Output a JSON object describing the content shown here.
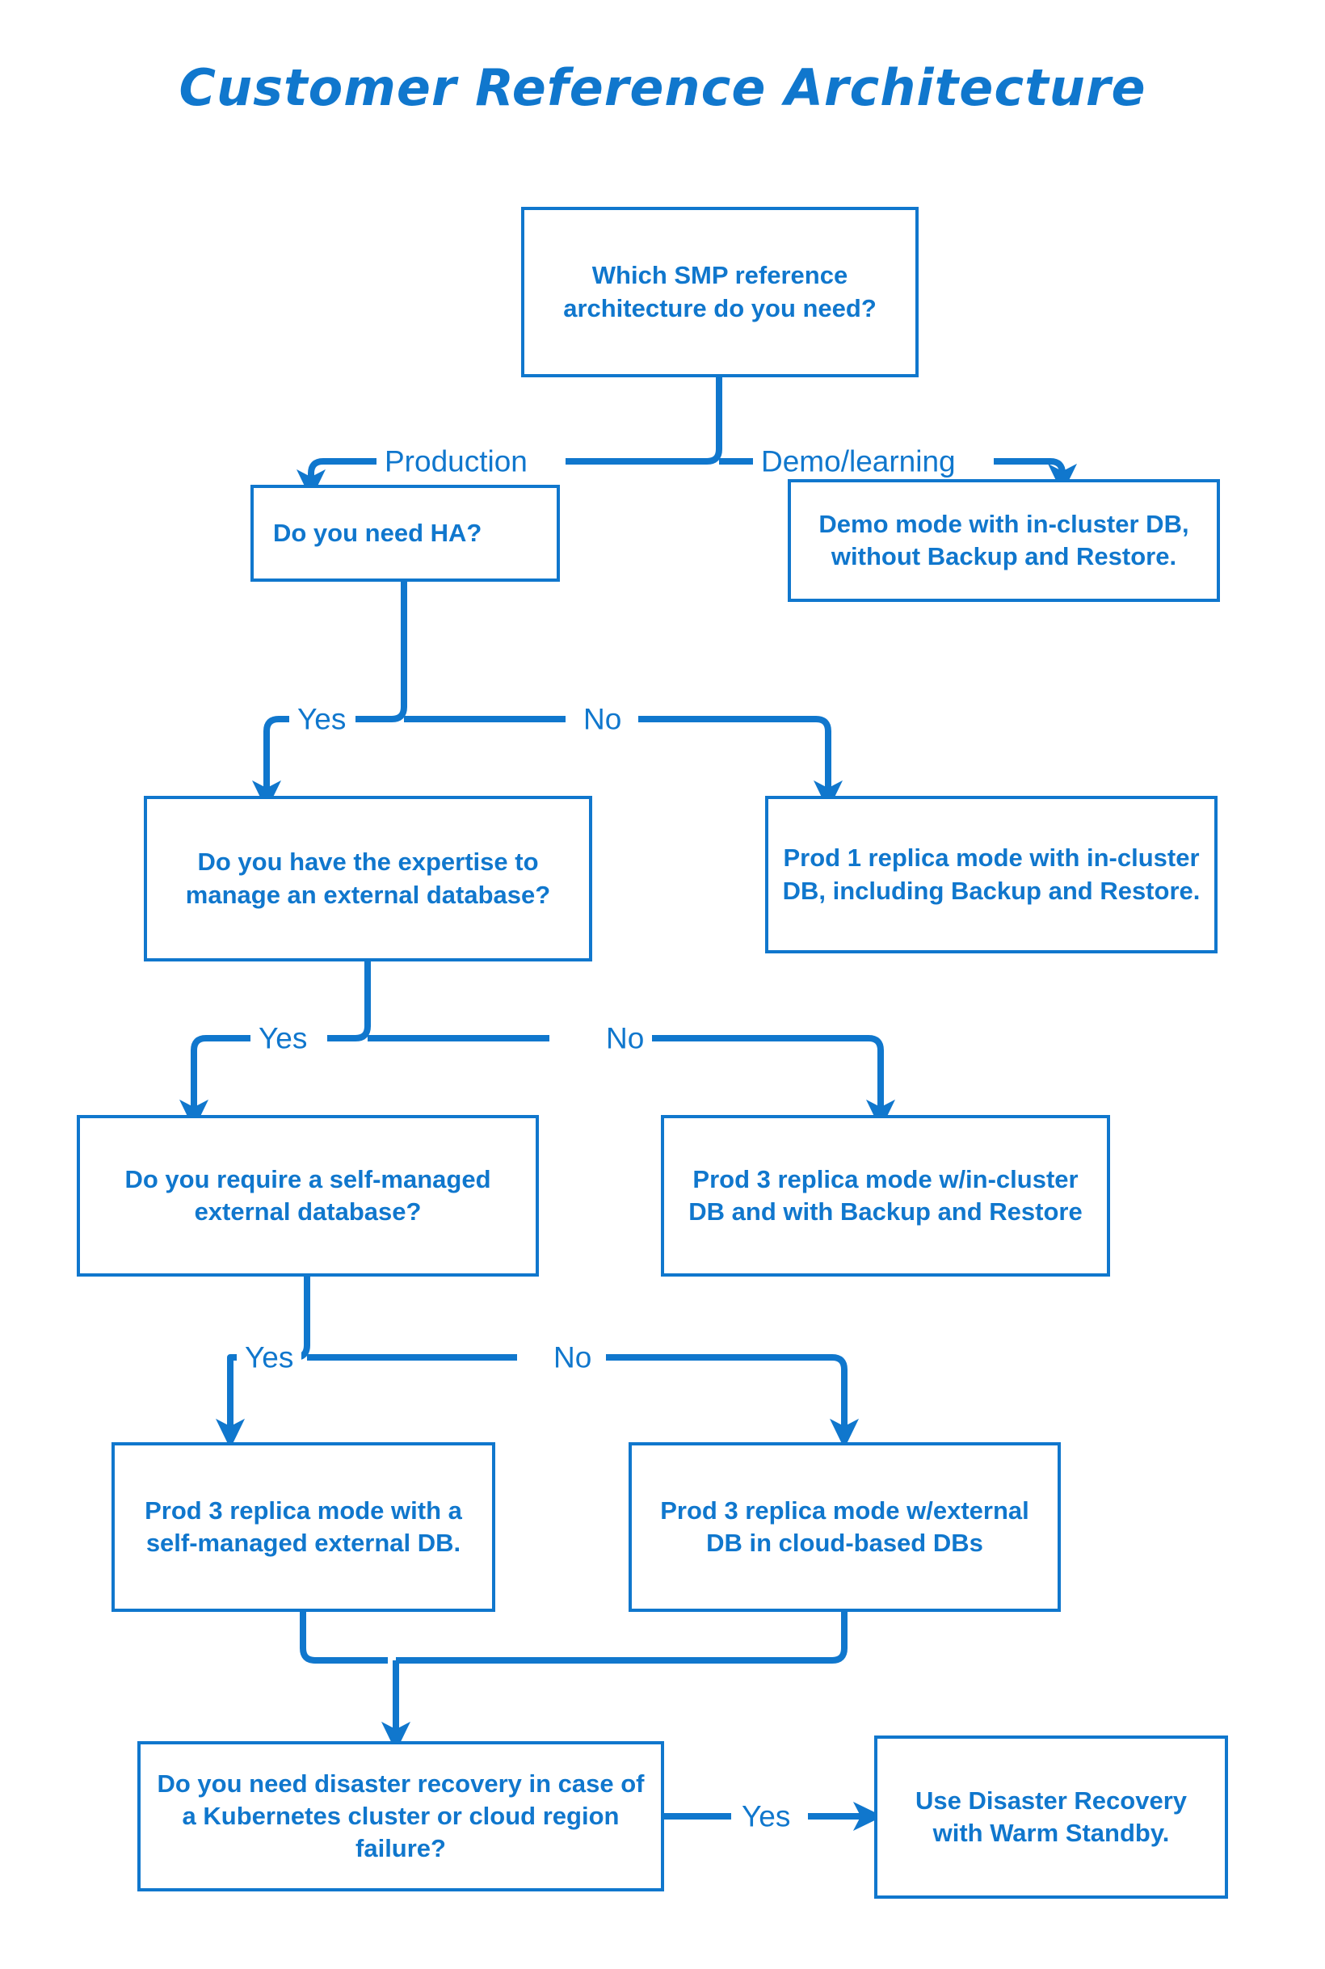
{
  "page": {
    "title": "Customer Reference Architecture",
    "accent_color": "#1077cd",
    "background_color": "#ffffff"
  },
  "chart_data": {
    "type": "diagram",
    "diagram_type": "decision-flowchart",
    "title": "Customer Reference Architecture"
  },
  "nodes": {
    "root": "Which SMP reference architecture do you need?",
    "ha": "Do you need HA?",
    "demo_result": "Demo mode with in-cluster DB, without Backup and Restore.",
    "expertise": "Do you have the expertise to manage an external database?",
    "prod1_result": "Prod 1 replica mode with in-cluster DB, including Backup and Restore.",
    "selfmanaged": "Do you require a self-managed external database?",
    "prod3_incluster_result": "Prod 3 replica mode w/in-cluster DB and with Backup and Restore",
    "prod3_selfmanaged_result": "Prod 3 replica mode with a self-managed external DB.",
    "prod3_cloud_result": "Prod 3 replica mode w/external DB in cloud-based DBs",
    "dr": "Do you need disaster recovery in case of a Kubernetes cluster or cloud region failure?",
    "warm_standby_result": "Use Disaster Recovery with Warm Standby."
  },
  "edges": {
    "production": "Production",
    "demo_learning": "Demo/learning",
    "ha_yes": "Yes",
    "ha_no": "No",
    "expertise_yes": "Yes",
    "expertise_no": "No",
    "selfmanaged_yes": "Yes",
    "selfmanaged_no": "No",
    "dr_yes": "Yes"
  }
}
